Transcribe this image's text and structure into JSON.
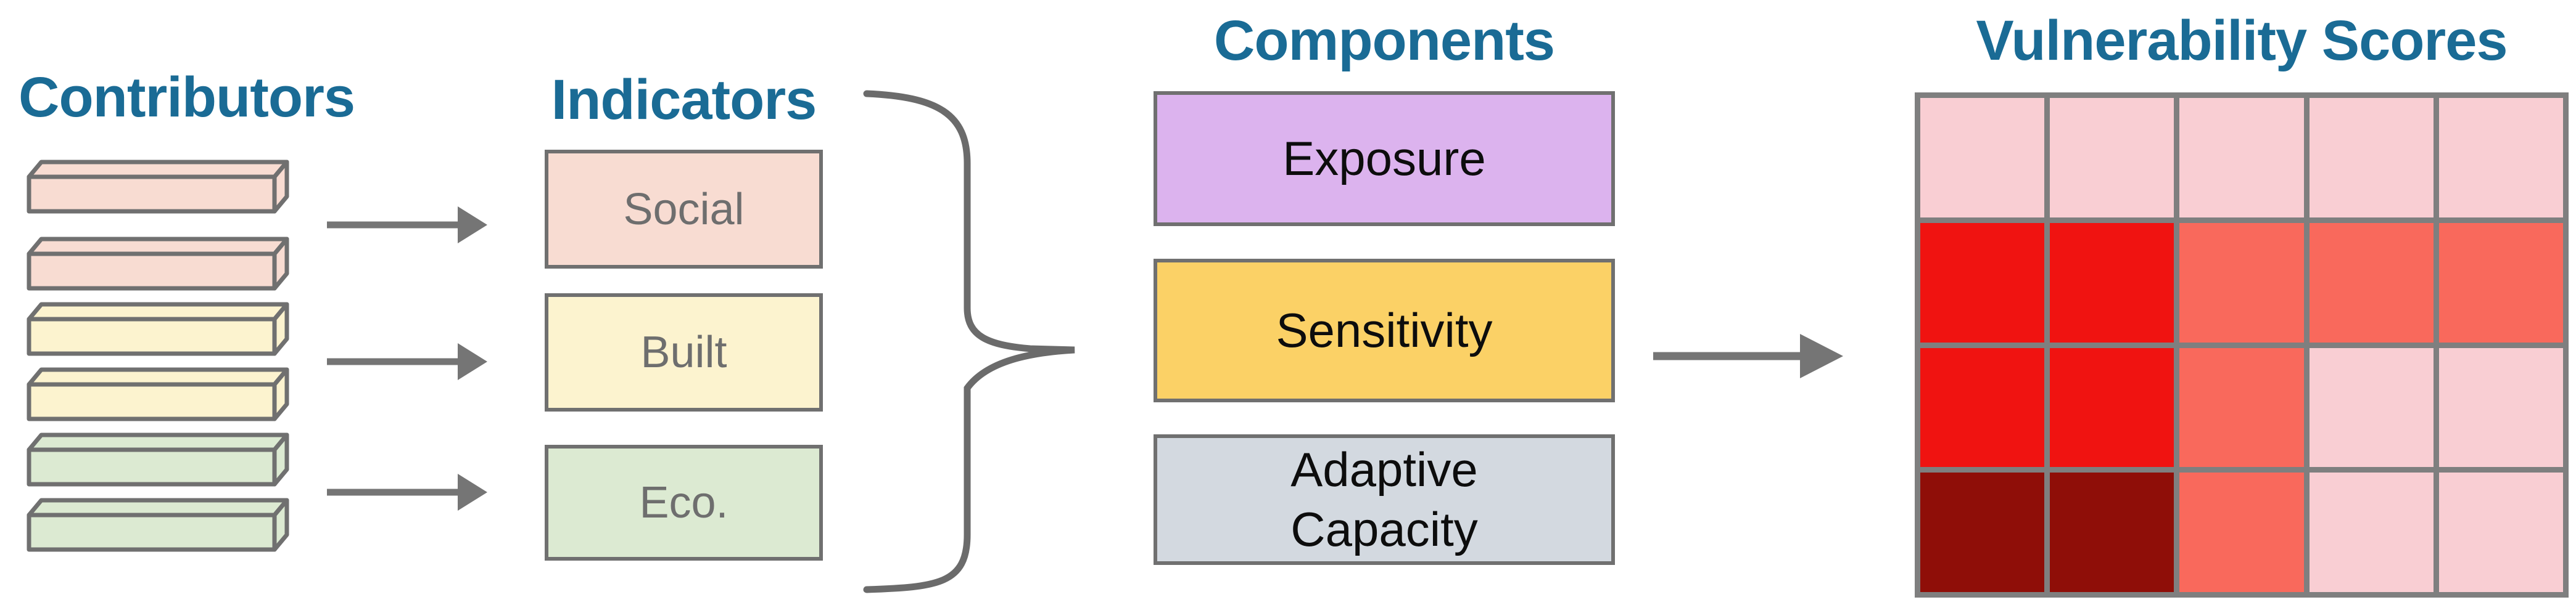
{
  "titles": {
    "contributors": "Contributors",
    "indicators": "Indicators",
    "components": "Components",
    "vulnerability_scores": "Vulnerability Scores"
  },
  "theme": {
    "title_color": "#1a6b95",
    "outline_gray": "#707070",
    "arrow_gray": "#757575",
    "brace_gray": "#6b6b6b",
    "label_gray": "#6e6e6e",
    "background": "#ffffff"
  },
  "contributors": {
    "bars": [
      {
        "group": "social",
        "fill": "#f8dcd2"
      },
      {
        "group": "social",
        "fill": "#f8dcd2"
      },
      {
        "group": "built",
        "fill": "#fcf3cf"
      },
      {
        "group": "built",
        "fill": "#fcf3cf"
      },
      {
        "group": "economic",
        "fill": "#dcead2"
      },
      {
        "group": "economic",
        "fill": "#dcead2"
      }
    ]
  },
  "indicators": {
    "boxes": [
      {
        "id": "social",
        "label": "Social",
        "fill": "#f8dcd2"
      },
      {
        "id": "built",
        "label": "Built",
        "fill": "#fcf3cf"
      },
      {
        "id": "eco",
        "label": "Eco.",
        "fill": "#dcead2"
      }
    ]
  },
  "components": {
    "boxes": [
      {
        "id": "exposure",
        "label": "Exposure",
        "fill": "#dcb3ee"
      },
      {
        "id": "sensitivity",
        "label": "Sensitivity",
        "fill": "#fbd166"
      },
      {
        "id": "adaptive-capacity",
        "label": "Adaptive Capacity",
        "fill": "#d3d9e0"
      }
    ]
  },
  "chart_data": {
    "type": "heatmap",
    "title": "Vulnerability Scores",
    "rows": 4,
    "cols": 5,
    "levels": {
      "low": "#f9ced3",
      "medium": "#f9695c",
      "high": "#f01311",
      "severe": "#8f0e08"
    },
    "cells": [
      [
        "low",
        "low",
        "low",
        "low",
        "low"
      ],
      [
        "high",
        "high",
        "medium",
        "medium",
        "medium"
      ],
      [
        "high",
        "high",
        "medium",
        "low",
        "low"
      ],
      [
        "severe",
        "severe",
        "medium",
        "low",
        "low"
      ]
    ],
    "grid_line_color": "#7f7f7f",
    "legend": "none"
  }
}
